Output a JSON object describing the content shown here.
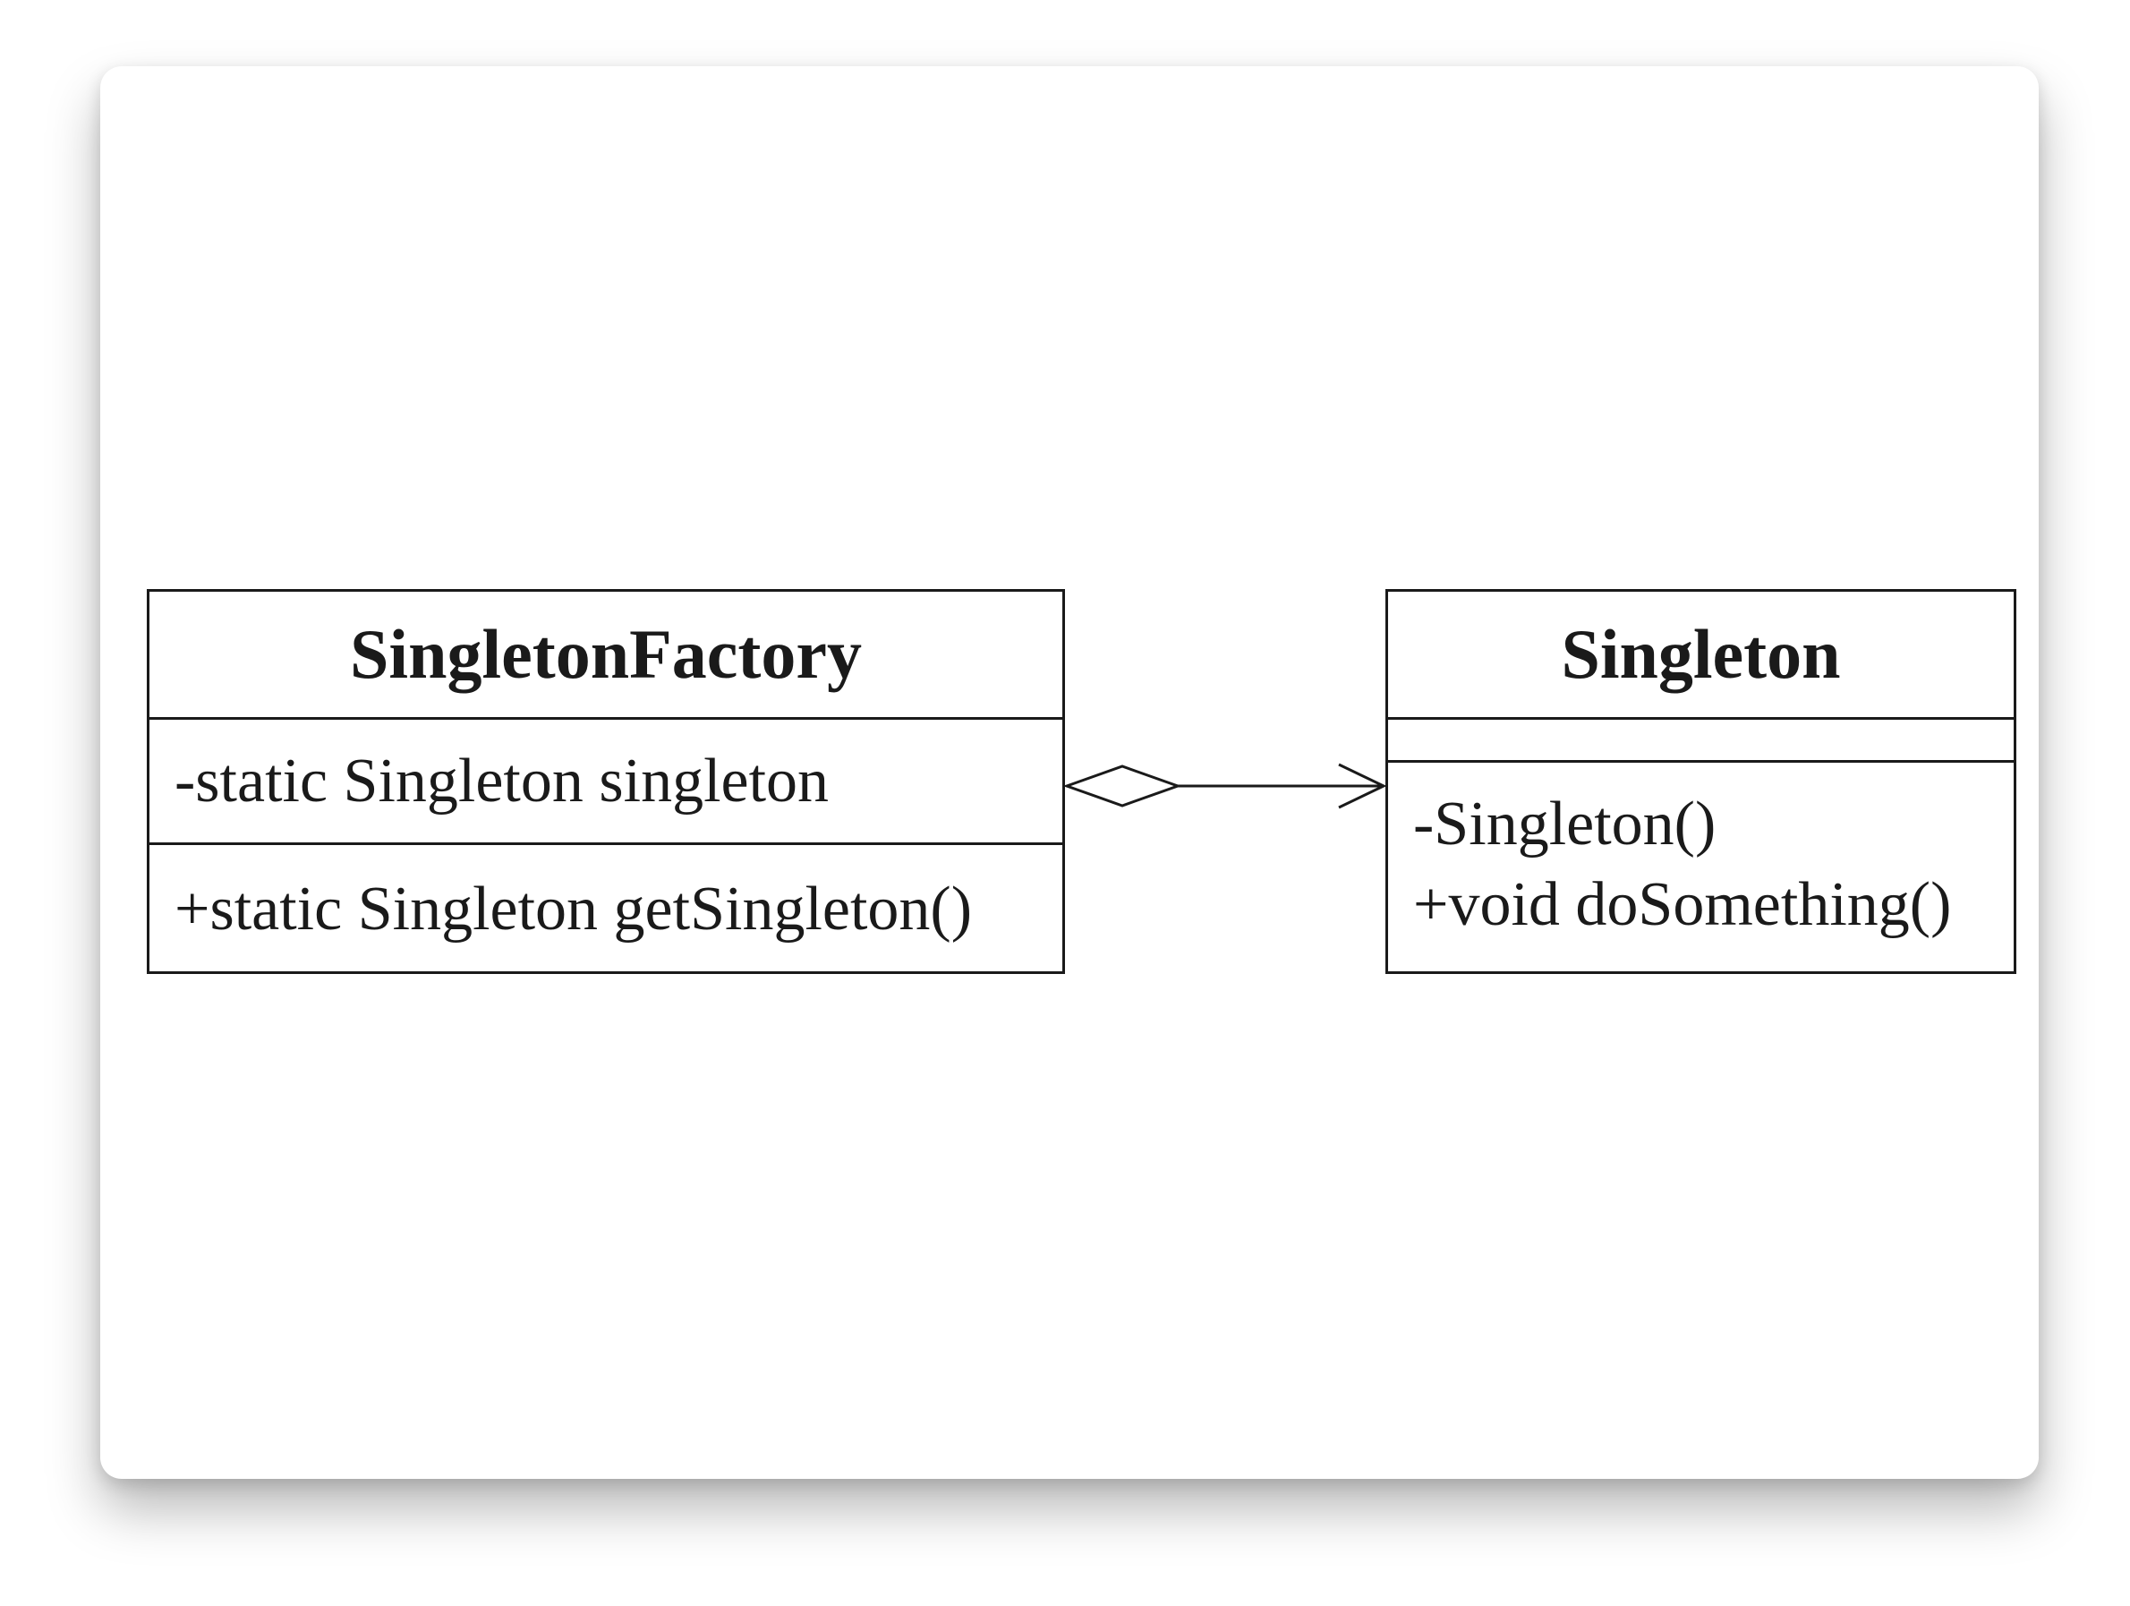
{
  "diagram": {
    "classes": [
      {
        "name": "SingletonFactory",
        "attributes": [
          "-static Singleton singleton"
        ],
        "operations": [
          "+static Singleton getSingleton()"
        ]
      },
      {
        "name": "Singleton",
        "attributes": [],
        "operations": [
          "-Singleton()",
          "+void doSomething()"
        ]
      }
    ],
    "relationships": [
      {
        "type": "aggregation",
        "from": "SingletonFactory",
        "to": "Singleton",
        "navigable": true
      }
    ]
  }
}
